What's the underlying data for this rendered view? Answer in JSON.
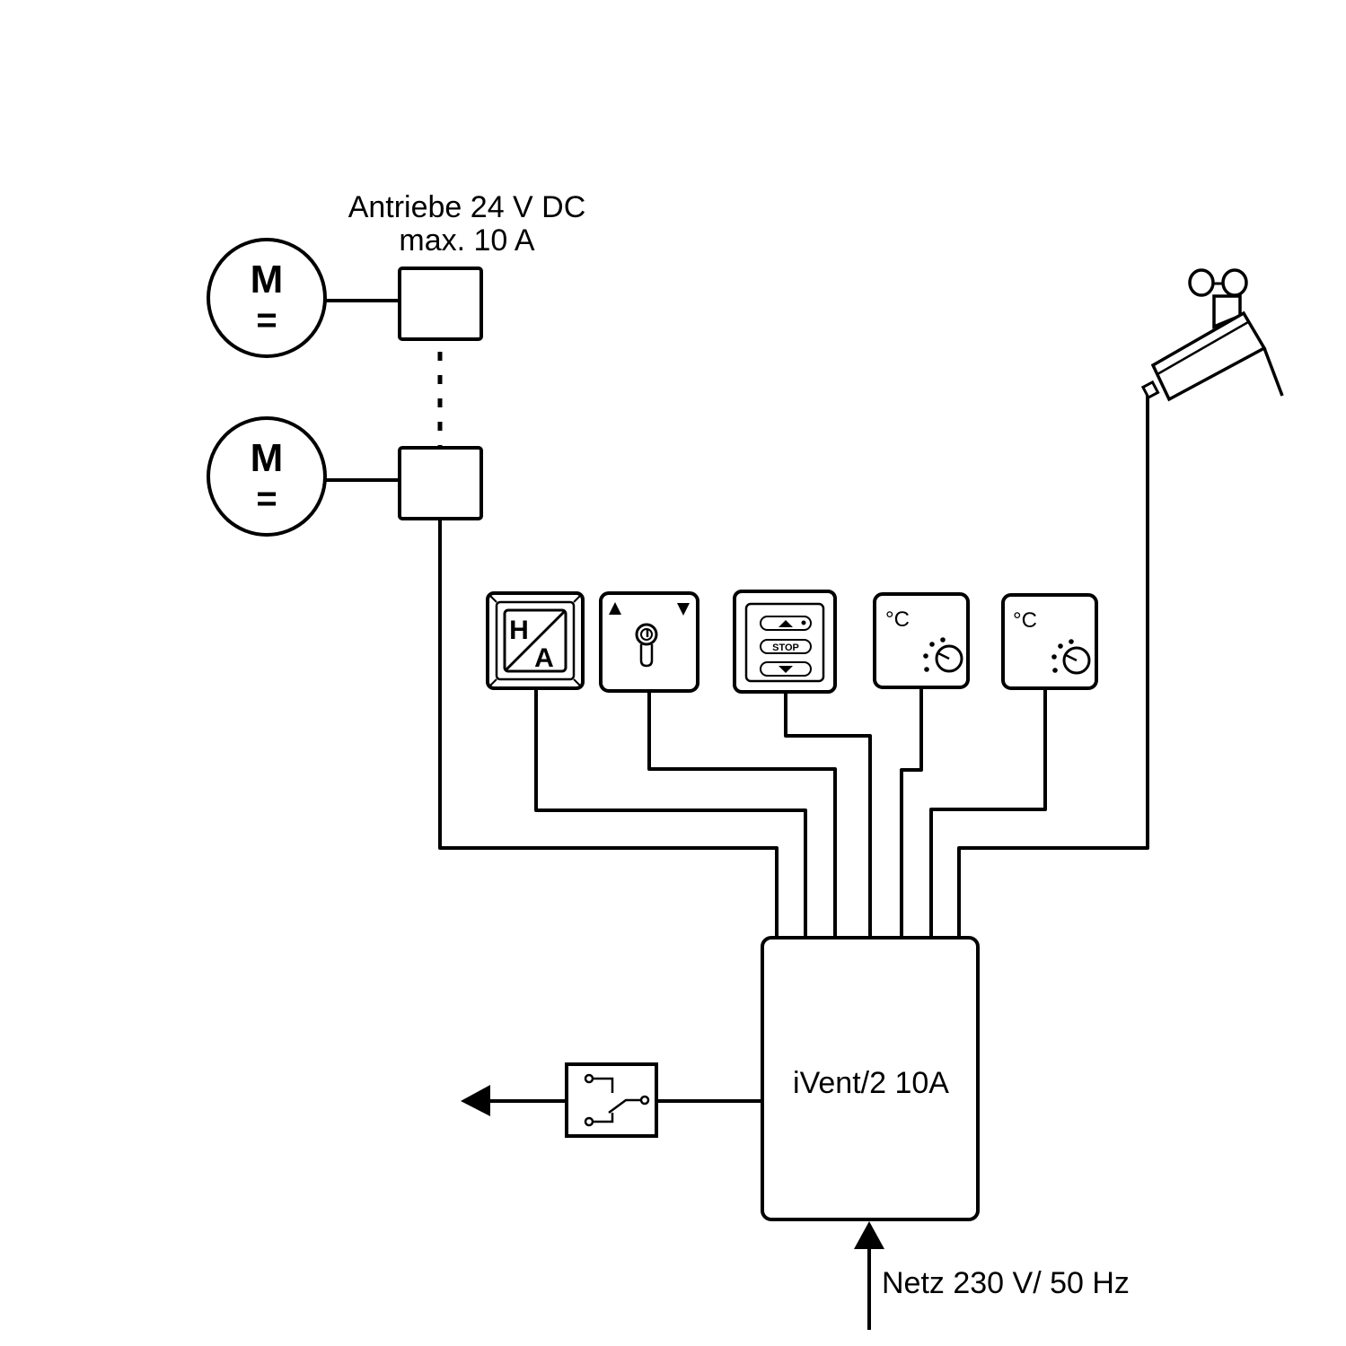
{
  "diagram": {
    "drives": {
      "label_line1": "Antriebe 24 V DC",
      "label_line2": "max. 10 A",
      "motor_symbol": "M",
      "motor_dc_symbol": "="
    },
    "controller": {
      "label": "iVent/2 10A"
    },
    "mains": {
      "label": "Netz 230 V/ 50 Hz"
    },
    "devices": {
      "manual_auto_switch": {
        "letter_top": "H",
        "letter_bottom": "A"
      },
      "key_switch": {
        "icon": "key-cylinder-icon"
      },
      "pushbutton_panel": {
        "stop_label": "STOP"
      },
      "thermostat_1": {
        "unit": "°C"
      },
      "thermostat_2": {
        "unit": "°C"
      },
      "weather_sensor": {
        "icon": "wind-sensor-icon"
      },
      "output_relay": {
        "icon": "changeover-contact-icon"
      }
    },
    "colors": {
      "line": "#000000",
      "background": "#ffffff"
    }
  }
}
